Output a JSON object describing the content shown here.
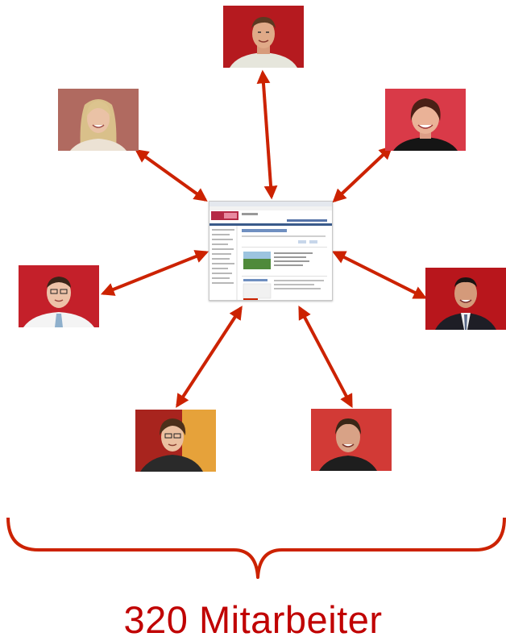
{
  "caption": "320 Mitarbeiter",
  "colors": {
    "accent": "#cc2200",
    "caption": "#c00000",
    "photo_backdrop": "#c8202a"
  },
  "hub": {
    "icon": "intranet-page-screenshot-icon"
  },
  "people": [
    {
      "id": "top",
      "icon": "person-photo-icon"
    },
    {
      "id": "upper-left",
      "icon": "person-photo-icon"
    },
    {
      "id": "upper-right",
      "icon": "person-photo-icon"
    },
    {
      "id": "left",
      "icon": "person-photo-icon"
    },
    {
      "id": "right",
      "icon": "person-photo-icon"
    },
    {
      "id": "lower-left",
      "icon": "person-photo-icon"
    },
    {
      "id": "lower-right",
      "icon": "person-photo-icon"
    }
  ]
}
